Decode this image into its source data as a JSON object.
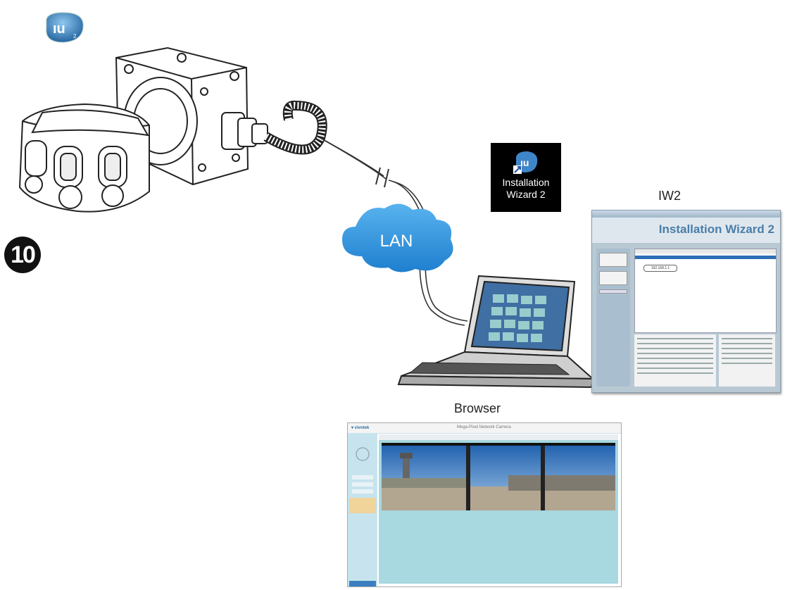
{
  "step_number": "10",
  "shortcut": {
    "label_line1": "Installation",
    "label_line2": "Wizard 2",
    "icon": "installation-wizard-app-icon"
  },
  "network": {
    "cloud_label": "LAN",
    "cloud_color": "#2f8fd6"
  },
  "captions": {
    "iw2": "IW2",
    "browser": "Browser"
  },
  "iw2_window": {
    "title": "Installation Wizard 2",
    "list_tip": "192.168.1.1"
  },
  "colors": {
    "iw2_accent": "#4a7ea8",
    "iw2_list_selection": "#2d6eb6",
    "browser_panel": "#a8d8e0"
  }
}
